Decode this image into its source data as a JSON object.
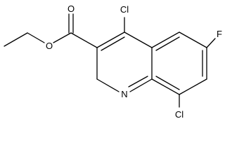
{
  "molecule": {
    "atoms": {
      "cl_top": "Cl",
      "cl_bottom": "Cl",
      "fluorine": "F",
      "ring_nitrogen": "N",
      "carbonyl_oxygen": "O",
      "ester_oxygen": "O"
    }
  }
}
